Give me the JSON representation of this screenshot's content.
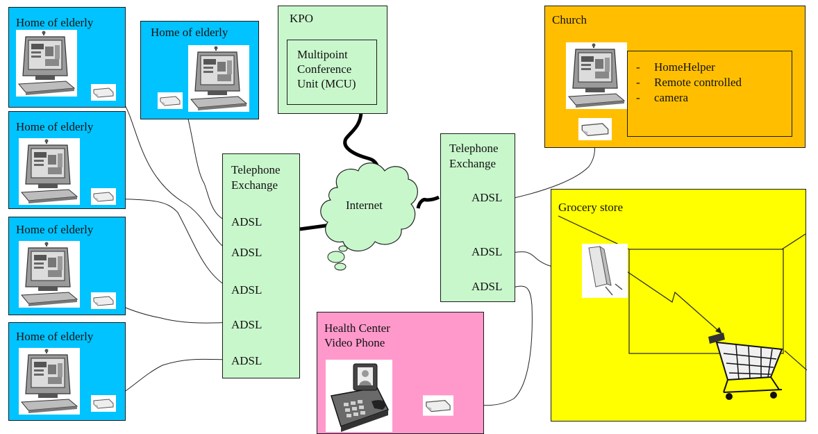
{
  "homes": [
    {
      "label": "Home of elderly"
    },
    {
      "label": "Home of elderly"
    },
    {
      "label": "Home of elderly"
    },
    {
      "label": "Home of elderly"
    },
    {
      "label": "Home of elderly"
    }
  ],
  "kpo": {
    "label": "KPO",
    "mcu_lines": [
      "Multipoint",
      "Conference",
      "Unit (MCU)"
    ]
  },
  "internet": {
    "label": "Internet"
  },
  "exchange_left": {
    "title_lines": [
      "Telephone",
      "Exchange"
    ],
    "ports": [
      "ADSL",
      "ADSL",
      "ADSL",
      "ADSL",
      "ADSL"
    ]
  },
  "exchange_right": {
    "title_lines": [
      "Telephone",
      "Exchange"
    ],
    "ports": [
      "ADSL",
      "ADSL",
      "ADSL"
    ]
  },
  "church": {
    "label": "Church",
    "services": [
      "HomeHelper",
      "Remote controlled",
      "camera"
    ]
  },
  "grocery": {
    "label": "Grocery store"
  },
  "health": {
    "title_lines": [
      "Health Center",
      "Video Phone"
    ]
  },
  "icons": {
    "computer": "computer-icon",
    "modem": "adsl-modem-icon",
    "cloud": "internet-cloud-icon",
    "cart": "shopping-cart-icon",
    "videophone": "video-phone-icon",
    "access_point": "wireless-access-point-icon"
  },
  "colors": {
    "home": "#00c3ff",
    "exchange": "#c9f7cc",
    "church": "#ffbf00",
    "grocery": "#ffff00",
    "health": "#ff99cc"
  }
}
